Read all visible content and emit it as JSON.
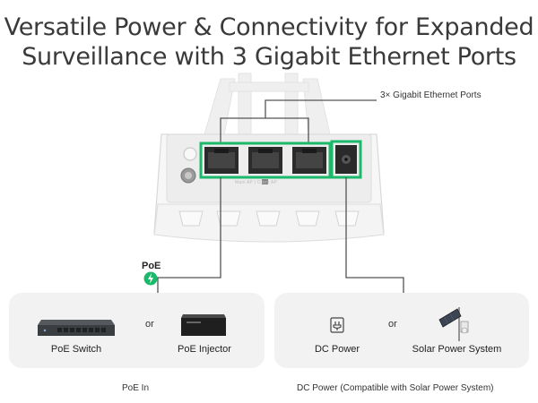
{
  "title": {
    "line1": "Versatile Power & Connectivity for Expanded",
    "line2": "Surveillance with 3 Gigabit Ethernet Ports"
  },
  "callout": {
    "ports_label": "3× Gigabit Ethernet Ports"
  },
  "device": {
    "switch_label": "Main AP   |   Client AP",
    "poe_label": "PoE"
  },
  "poe_card": {
    "device1_label": "PoE Switch",
    "or_label": "or",
    "device2_label": "PoE Injector",
    "caption": "PoE In"
  },
  "dc_card": {
    "device1_label": "DC Power",
    "or_label": "or",
    "device2_label": "Solar Power System",
    "caption": "DC Power (Compatible with Solar Power System)"
  },
  "colors": {
    "highlight_green": "#1db96b",
    "line_gray": "#555555",
    "card_bg": "#f2f2f2"
  }
}
